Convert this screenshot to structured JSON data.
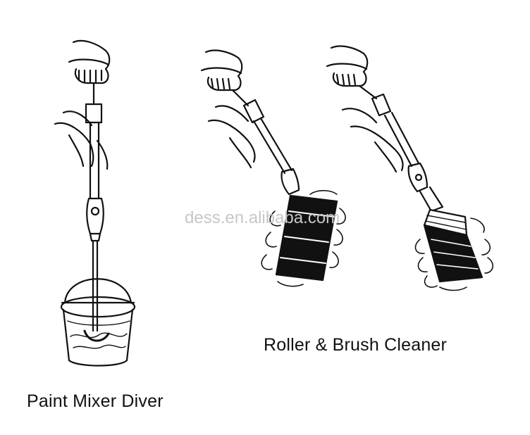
{
  "figure": {
    "caption_left": "Paint Mixer Diver",
    "caption_right": "Roller & Brush Cleaner",
    "watermark": "dess.en.alibaba.com"
  },
  "colors": {
    "ink": "#111111",
    "watermark": "#c7c7c7",
    "background": "#ffffff"
  },
  "illustrations": [
    "paint-mixer-in-bucket",
    "roller-cleaner",
    "brush-cleaner"
  ]
}
